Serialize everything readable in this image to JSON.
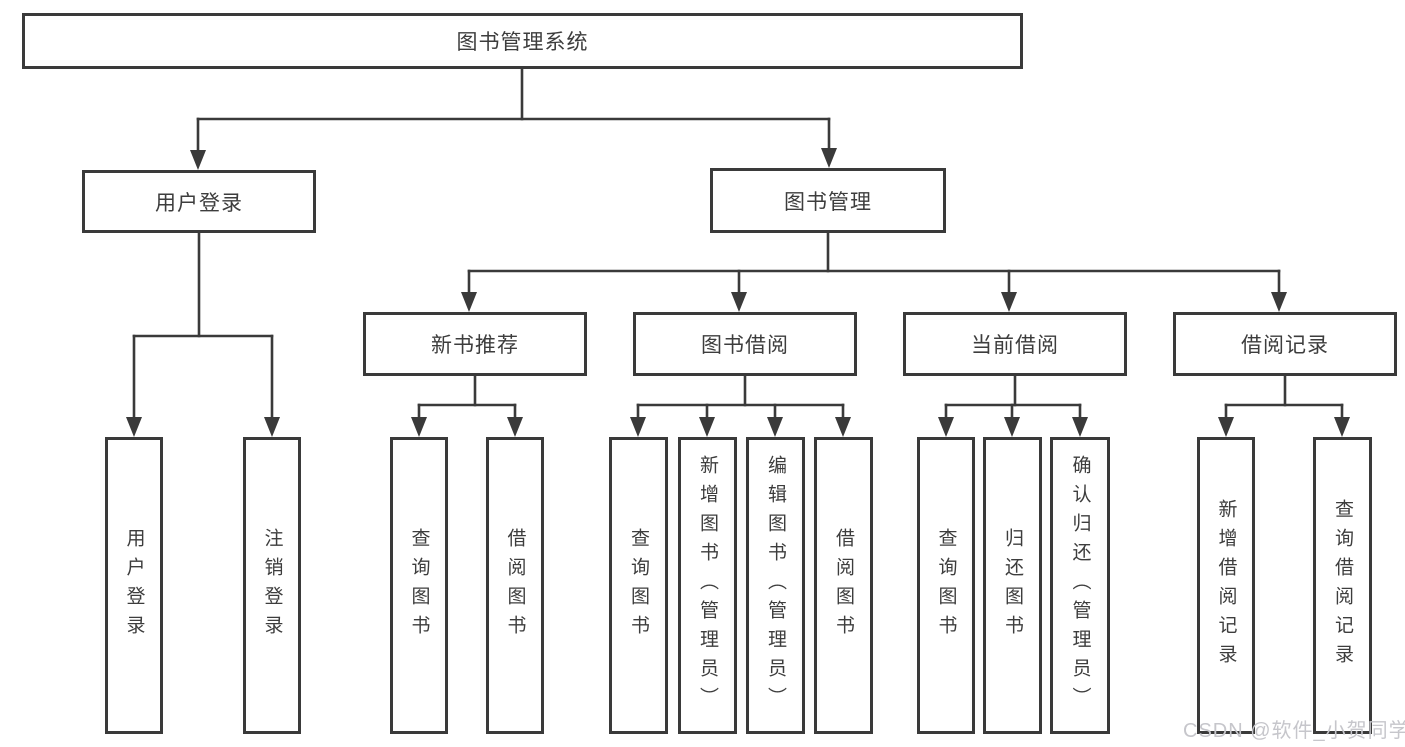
{
  "diagram": {
    "root": "图书管理系统",
    "level2": {
      "user_login": "用户登录",
      "book_management": "图书管理"
    },
    "level3": {
      "new_book_recommend": "新书推荐",
      "book_borrowing": "图书借阅",
      "current_borrowing": "当前借阅",
      "borrowing_records": "借阅记录"
    },
    "leaves": {
      "user_login": "用户登录",
      "logout": "注销登录",
      "nb_query_books": "查询图书",
      "nb_borrow_books": "借阅图书",
      "bb_query_books": "查询图书",
      "bb_add_books": "新增图书（管理员）",
      "bb_edit_books": "编辑图书（管理员）",
      "bb_borrow_books": "借阅图书",
      "cb_query_books": "查询图书",
      "cb_return_books": "归还图书",
      "cb_confirm_return": "确认归还（管理员）",
      "br_add_record": "新增借阅记录",
      "br_query_record": "查询借阅记录"
    }
  },
  "watermark": "CSDN @软件_小贺同学",
  "colors": {
    "line": "#3a3a3a",
    "text": "#3d3d3d",
    "watermark": "#c6c6cb",
    "background": "#ffffff"
  }
}
